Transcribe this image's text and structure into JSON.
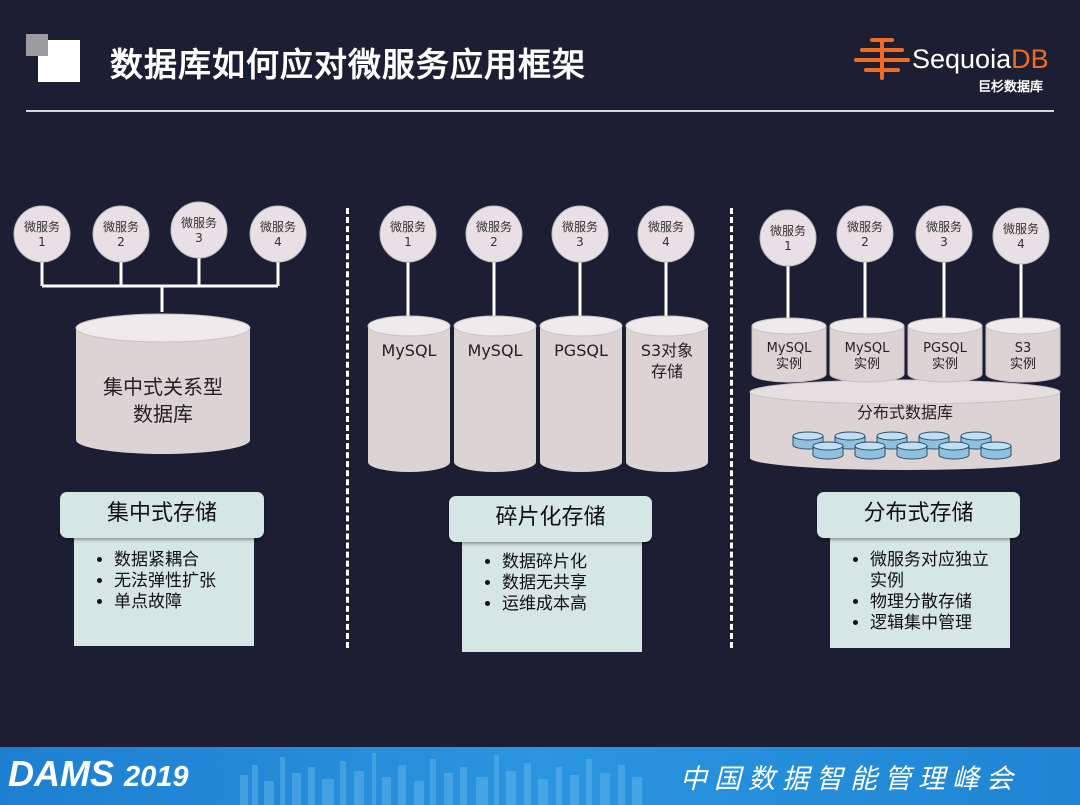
{
  "header": {
    "title": "数据库如何应对微服务应用框架"
  },
  "logo": {
    "name_main": "Sequoia",
    "name_accent": "DB",
    "subtitle": "巨杉数据库",
    "accent_color": "#f26b21"
  },
  "panels": [
    {
      "services": [
        {
          "label": "微服务",
          "num": "1"
        },
        {
          "label": "微服务",
          "num": "2"
        },
        {
          "label": "微服务",
          "num": "3"
        },
        {
          "label": "微服务",
          "num": "4"
        }
      ],
      "database": {
        "line1": "集中式关系型",
        "line2": "数据库"
      },
      "category": "集中式存储",
      "bullets": [
        "数据紧耦合",
        "无法弹性扩张",
        "单点故障"
      ]
    },
    {
      "services": [
        {
          "label": "微服务",
          "num": "1"
        },
        {
          "label": "微服务",
          "num": "2"
        },
        {
          "label": "微服务",
          "num": "3"
        },
        {
          "label": "微服务",
          "num": "4"
        }
      ],
      "databases": [
        {
          "line1": "MySQL",
          "line2": ""
        },
        {
          "line1": "MySQL",
          "line2": ""
        },
        {
          "line1": "PGSQL",
          "line2": ""
        },
        {
          "line1": "S3对象",
          "line2": "存储"
        }
      ],
      "category": "碎片化存储",
      "bullets": [
        "数据碎片化",
        "数据无共享",
        "运维成本高"
      ]
    },
    {
      "services": [
        {
          "label": "微服务",
          "num": "1"
        },
        {
          "label": "微服务",
          "num": "2"
        },
        {
          "label": "微服务",
          "num": "3"
        },
        {
          "label": "微服务",
          "num": "4"
        }
      ],
      "instances": [
        {
          "line1": "MySQL",
          "line2": "实例"
        },
        {
          "line1": "MySQL",
          "line2": "实例"
        },
        {
          "line1": "PGSQL",
          "line2": "实例"
        },
        {
          "line1": "S3",
          "line2": "实例"
        }
      ],
      "distributed_label": "分布式数据库",
      "category": "分布式存储",
      "bullets": [
        "微服务对应独立实例",
        "物理分散存储",
        "逻辑集中管理"
      ]
    }
  ],
  "footer": {
    "brand": "DAMS",
    "year": "2019",
    "summit": "中国数据智能管理峰会"
  },
  "colors": {
    "background": "#1c1f33",
    "cylinder": "#dcd3d5",
    "panel": "#d6e6e4",
    "footer": "#2a95e0"
  }
}
